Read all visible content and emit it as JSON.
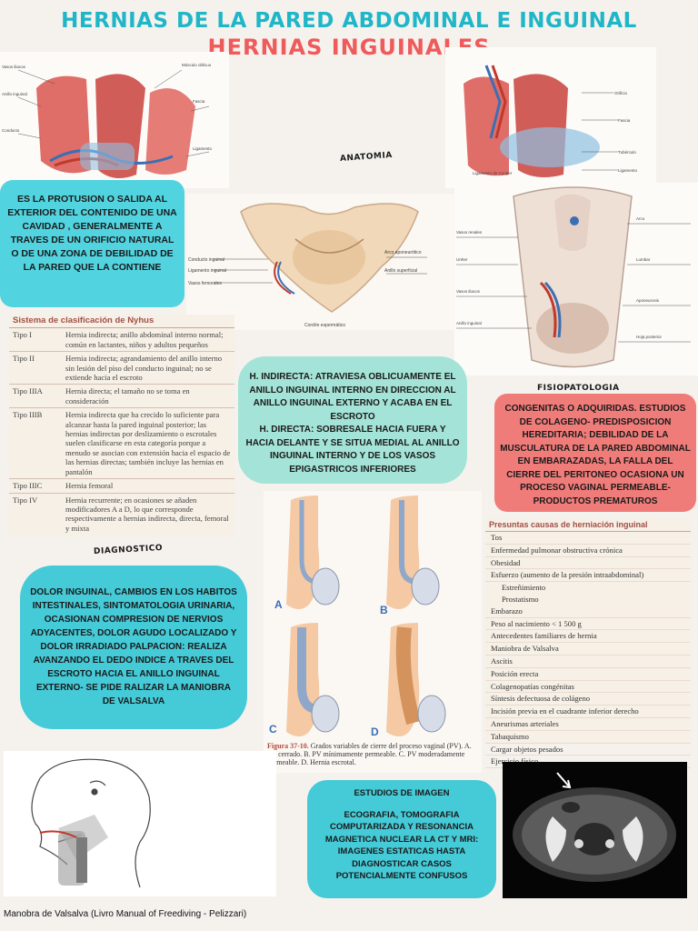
{
  "title": "HERNIAS DE LA PARED ABDOMINAL E INGUINAL",
  "subtitle": "HERNIAS INGUINALES",
  "section_labels": {
    "anatomia": "ANATOMIA",
    "diagnostico": "DIAGNOSTICO",
    "fisiopatologia": "FISIOPATOLOGIA"
  },
  "definition": "ES LA PROTUSION O SALIDA AL EXTERIOR DEL CONTENIDO DE UNA CAVIDAD , GENERALMENTE A TRAVES DE UN ORIFICIO NATURAL O DE UNA ZONA DE DEBILIDAD DE LA PARED QUE LA CONTIENE",
  "types_box": {
    "line1": "H. INDIRECTA: ATRAVIESA OBLICUAMENTE EL ANILLO INGUINAL INTERNO EN DIRECCION AL ANILLO INGUINAL EXTERNO Y ACABA EN EL ESCROTO",
    "line2": "H. DIRECTA: SOBRESALE HACIA FUERA Y HACIA DELANTE Y SE SITUA MEDIAL AL ANILLO  INGUINAL INTERNO Y DE LOS VASOS EPIGASTRICOS INFERIORES"
  },
  "fisiopatologia_text": "CONGENITAS O ADQUIRIDAS. ESTUDIOS DE COLAGENO- PREDISPOSICION HEREDITARIA; DEBILIDAD DE LA MUSCULATURA DE LA PARED ABDOMINAL EN EMBARAZADAS, LA FALLA DEL CIERRE DEL PERITONEO OCASIONA UN PROCESO VAGINAL PERMEABLE- PRODUCTOS PREMATUROS",
  "diagnostico_text": "DOLOR INGUINAL, CAMBIOS EN LOS HABITOS INTESTINALES, SINTOMATOLOGIA URINARIA, OCASIONAN COMPRESION DE NERVIOS ADYACENTES, DOLOR AGUDO LOCALIZADO Y DOLOR IRRADIADO PALPACION: REALIZA AVANZANDO EL DEDO INDICE A TRAVES DEL ESCROTO HACIA EL ANILLO INGUINAL EXTERNO- SE PIDE RALIZAR LA MANIOBRA DE VALSALVA",
  "imagen": {
    "title": "ESTUDIOS DE IMAGEN",
    "text": "ECOGRAFIA, TOMOGRAFIA COMPUTARIZADA Y RESONANCIA MAGNETICA NUCLEAR LA CT Y MRI: IMAGENES ESTATICAS HASTA DIAGNOSTICAR CASOS POTENCIALMENTE CONFUSOS"
  },
  "nyhus": {
    "title": "Sistema de clasificación de Nyhus",
    "rows": [
      {
        "tipo": "Tipo I",
        "desc": "Hernia indirecta; anillo abdominal interno normal; común en lactantes, niños y adultos pequeños"
      },
      {
        "tipo": "Tipo II",
        "desc": "Hernia indirecta; agrandamiento del anillo interno sin lesión del piso del conducto inguinal; no se extiende hacia el escroto"
      },
      {
        "tipo": "Tipo IIIA",
        "desc": "Hernia directa; el tamaño no se toma en consideración"
      },
      {
        "tipo": "Tipo IIIB",
        "desc": "Hernia indirecta que ha crecido lo suficiente para alcanzar hasta la pared inguinal posterior; las hernias indirectas por deslizamiento o escrotales suelen clasificarse en esta categoría porque a menudo se asocian con extensión hacia el espacio de las hernias directas; también incluye las hernias en pantalón"
      },
      {
        "tipo": "Tipo IIIC",
        "desc": "Hernia femoral"
      },
      {
        "tipo": "Tipo IV",
        "desc": "Hernia recurrente; en ocasiones se añaden modificadores A a D, lo que corresponde respectivamente a hernias indirecta, directa, femoral y mixta"
      }
    ]
  },
  "causes": {
    "title": "Presuntas causas de herniación inguinal",
    "items": [
      {
        "text": "Tos",
        "indent": false
      },
      {
        "text": "Enfermedad pulmonar obstructiva crónica",
        "indent": false
      },
      {
        "text": "Obesidad",
        "indent": false
      },
      {
        "text": "Esfuerzo (aumento de la presión intraabdominal)",
        "indent": false
      },
      {
        "text": "Estreñimiento",
        "indent": true
      },
      {
        "text": "Prostatismo",
        "indent": true
      },
      {
        "text": "Embarazo",
        "indent": false
      },
      {
        "text": "Peso al nacimiento < 1 500 g",
        "indent": false
      },
      {
        "text": "Antecedentes familiares de hernia",
        "indent": false
      },
      {
        "text": "Maniobra de Valsalva",
        "indent": false
      },
      {
        "text": "Ascitis",
        "indent": false
      },
      {
        "text": "Posición erecta",
        "indent": false
      },
      {
        "text": "Colagenopatías congénitas",
        "indent": false
      },
      {
        "text": "Síntesis defectuosa de colágeno",
        "indent": false
      },
      {
        "text": "Incisión previa en el cuadrante inferior derecho",
        "indent": false
      },
      {
        "text": "Aneurismas arteriales",
        "indent": false
      },
      {
        "text": "Tabaquismo",
        "indent": false
      },
      {
        "text": "Cargar objetos pesados",
        "indent": false
      },
      {
        "text": "Ejercicio físico",
        "indent": false
      }
    ]
  },
  "figure": {
    "letters": [
      "A",
      "B",
      "C",
      "D"
    ],
    "caption_label": "Figura 37-10.",
    "caption_text": "Grados variables de cierre del proceso vaginal (PV). A. PV cerrado. B. PV mínimamente permeable. C. PV moderadamente permeable. D. Hernia escrotal."
  },
  "valsalva_caption": "Manobra de Valsalva (Livro Manual of Freediving - Pelizzari)",
  "colors": {
    "title": "#1fb6c8",
    "subtitle": "#ef5a5a",
    "cyan_box": "#52d4e0",
    "mint_box": "#a4e3d7",
    "coral_box": "#f07c7a",
    "teal_box": "#45cad7"
  }
}
